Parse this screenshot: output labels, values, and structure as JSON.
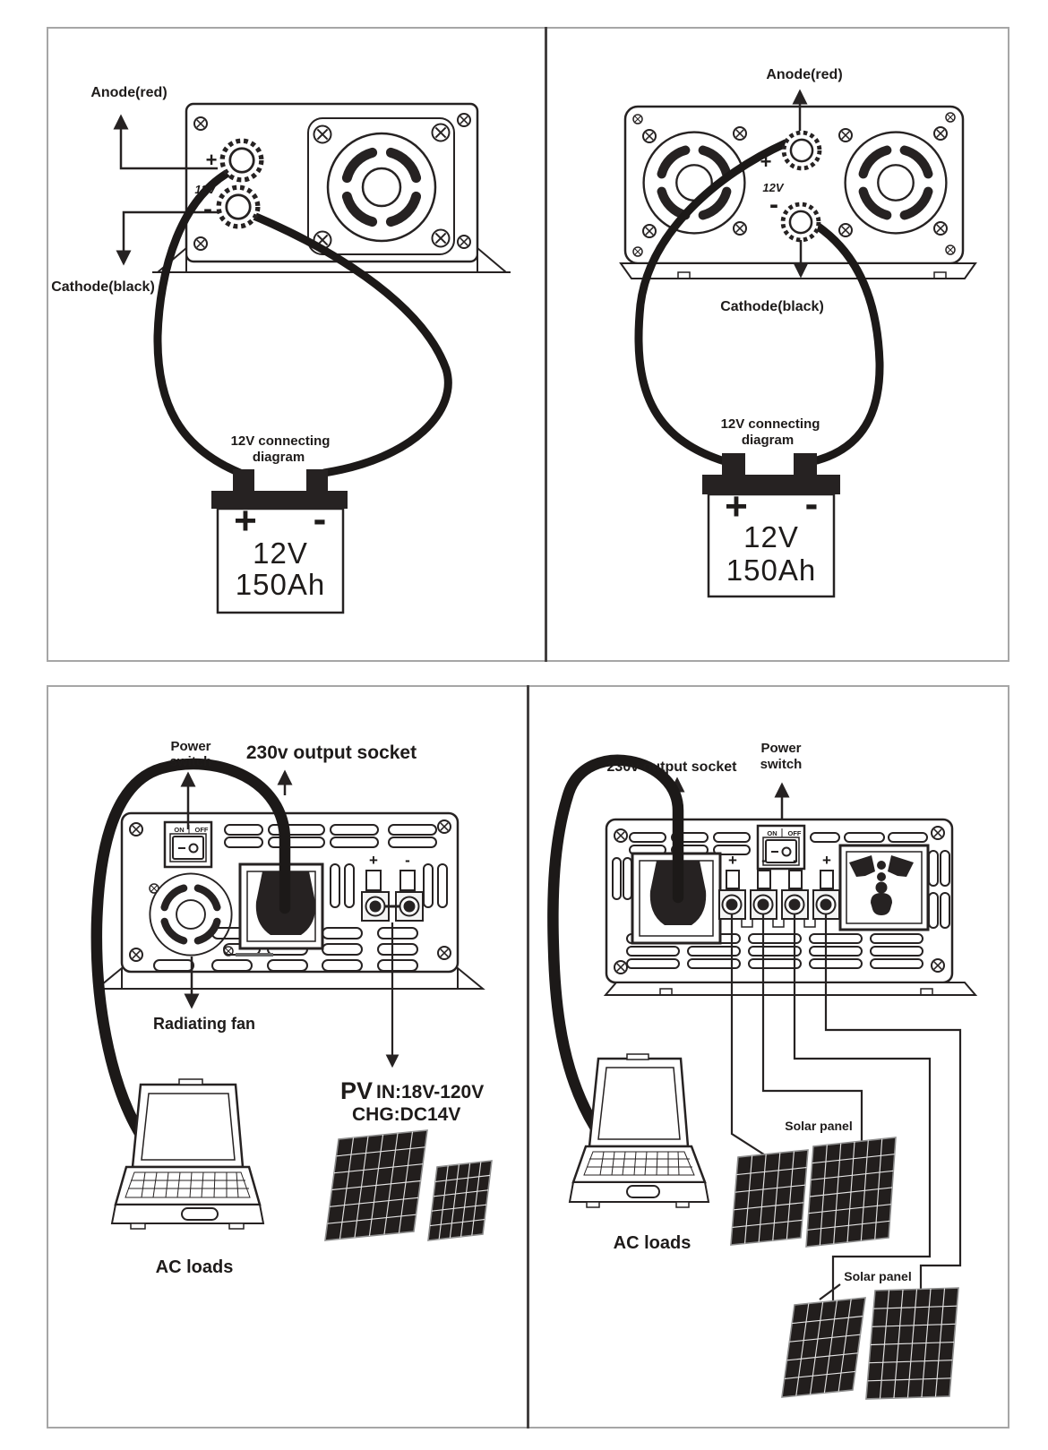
{
  "colors": {
    "ink": "#262222",
    "box_border": "#a6a6a6",
    "divider": "#434040",
    "solar_fill": "#221e1d"
  },
  "panels": {
    "top_left": {
      "anode_label": "Anode(red)",
      "cathode_label": "Cathode(black)",
      "terminal_plus": "+",
      "terminal_minus": "-",
      "terminal_voltage": "12V",
      "connecting_line1": "12V connecting",
      "connecting_line2": "diagram",
      "battery": {
        "plus": "+",
        "minus": "-",
        "voltage": "12V",
        "capacity": "150Ah"
      }
    },
    "top_right": {
      "anode_label": "Anode(red)",
      "cathode_label": "Cathode(black)",
      "terminal_plus": "+",
      "terminal_minus": "-",
      "terminal_voltage": "12V",
      "connecting_line1": "12V connecting",
      "connecting_line2": "diagram",
      "battery": {
        "plus": "+",
        "minus": "-",
        "voltage": "12V",
        "capacity": "150Ah"
      }
    },
    "bottom_left": {
      "power_line1": "Power",
      "power_line2": "switch",
      "output_socket_label": "230v output socket",
      "switch_on": "ON",
      "switch_off": "OFF",
      "pv_terminal_plus": "+",
      "pv_terminal_minus": "-",
      "radiating_fan_label": "Radiating fan",
      "pv_label": "PV",
      "pv_in_label": "IN:18V-120V",
      "chg_label": "CHG:DC14V",
      "ac_loads_label": "AC loads"
    },
    "bottom_right": {
      "output_socket_label": "230v output socket",
      "power_line1": "Power",
      "power_line2": "switch",
      "switch_on": "ON",
      "switch_off": "OFF",
      "terminals": [
        "+",
        "-",
        "-",
        "+"
      ],
      "ac_loads_label": "AC loads",
      "solar_panel_label_1": "Solar panel",
      "solar_panel_label_2": "Solar panel"
    }
  }
}
